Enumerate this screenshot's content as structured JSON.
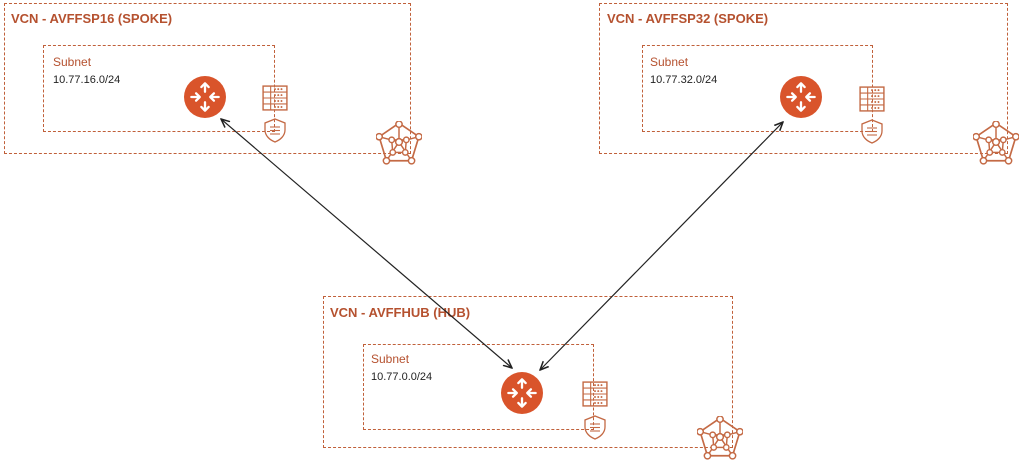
{
  "colors": {
    "accent": "#c0603a",
    "title": "#b5512f",
    "router_fill": "#d9542b",
    "line_icon": "#c46a45",
    "arrow": "#222222"
  },
  "vcns": [
    {
      "id": "spoke16",
      "title": "VCN - AVFFSP16 (SPOKE)",
      "subnet": {
        "label": "Subnet",
        "cidr": "10.77.16.0/24"
      },
      "icons": [
        "router-icon",
        "security-list-icon",
        "route-table-shield-icon",
        "vcn-network-icon"
      ]
    },
    {
      "id": "spoke32",
      "title": "VCN - AVFFSP32 (SPOKE)",
      "subnet": {
        "label": "Subnet",
        "cidr": "10.77.32.0/24"
      },
      "icons": [
        "router-icon",
        "security-list-icon",
        "route-table-shield-icon",
        "vcn-network-icon"
      ]
    },
    {
      "id": "hub",
      "title": "VCN - AVFFHUB (HUB)",
      "subnet": {
        "label": "Subnet",
        "cidr": "10.77.0.0/24"
      },
      "icons": [
        "router-icon",
        "security-list-icon",
        "route-table-shield-icon",
        "vcn-network-icon"
      ]
    }
  ],
  "connections": [
    {
      "from": "spoke16",
      "to": "hub",
      "bidirectional": true
    },
    {
      "from": "spoke32",
      "to": "hub",
      "bidirectional": true
    }
  ]
}
